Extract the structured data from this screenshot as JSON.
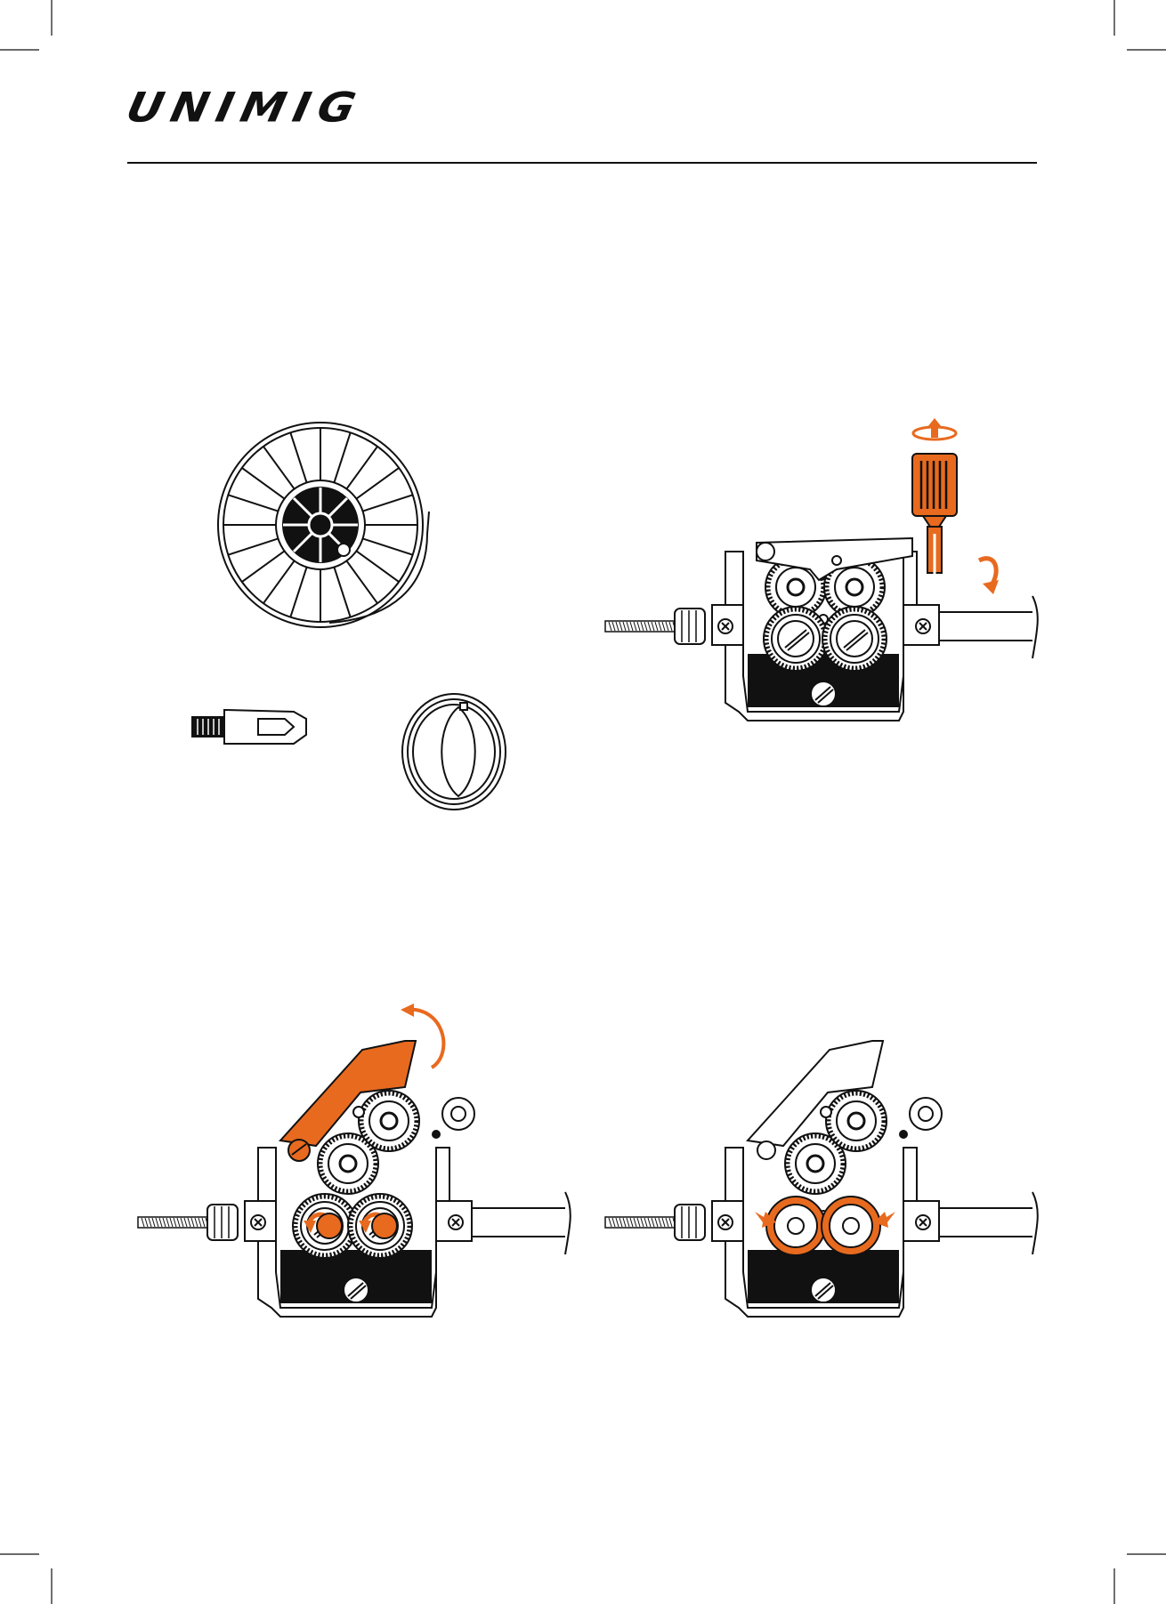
{
  "header": {
    "brand": "UNIMIG"
  },
  "colors": {
    "ink": "#111111",
    "accent": "#e86a1f",
    "paper": "#ffffff"
  },
  "figures": [
    {
      "id": "wire-spool-and-parts",
      "icons": [
        "wire-spool-icon",
        "contact-tip-icon",
        "drive-roller-icon"
      ]
    },
    {
      "id": "release-tension-knob",
      "icons": [
        "tension-knob-icon",
        "rotate-arrow-icon",
        "drive-unit-icon"
      ]
    },
    {
      "id": "open-pressure-arm",
      "icons": [
        "pressure-arm-icon",
        "rotate-arrow-icon",
        "roller-screw-icon"
      ]
    },
    {
      "id": "remove-drive-rollers",
      "icons": [
        "drive-roller-icon",
        "push-arrow-icon",
        "drive-unit-icon"
      ]
    }
  ]
}
